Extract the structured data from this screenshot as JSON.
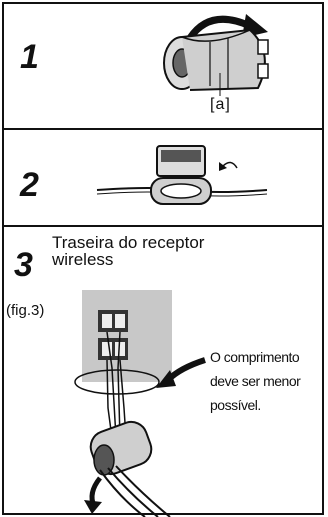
{
  "steps": [
    {
      "number": "1",
      "callout": "[a]"
    },
    {
      "number": "2"
    },
    {
      "number": "3",
      "title_line1": "Traseira do receptor",
      "title_line2": "wireless",
      "figure_label": "(fig.3)",
      "note_lines": [
        "O comprimento",
        "deve ser menor",
        "possível."
      ]
    }
  ]
}
